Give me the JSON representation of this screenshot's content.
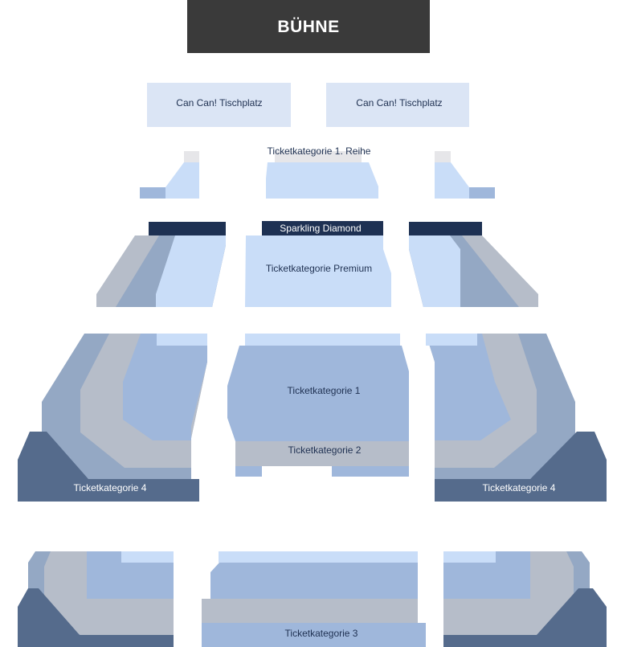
{
  "stage": {
    "label": "BÜHNE"
  },
  "categories": {
    "tischplatz": "Can Can! Tischplatz",
    "reihe1": "Ticketkategorie 1. Reihe",
    "diamond": "Sparkling Diamond",
    "premium": "Ticketkategorie Premium",
    "kat1": "Ticketkategorie 1",
    "kat2": "Ticketkategorie 2",
    "kat3": "Ticketkategorie 3",
    "kat4": "Ticketkategorie 4"
  },
  "colors": {
    "stage": "#3a3a3a",
    "tischplatz": "#dbe5f5",
    "reihe1": "#c9ddf8",
    "reihe1_cap": "#e6e6e9",
    "diamond": "#1e3153",
    "premium": "#c9ddf8",
    "kat1": "#9fb7db",
    "kat2": "#b9bfca",
    "kat3": "#b3bac6",
    "kat4": "#556b8c",
    "mid_blue": "#94a8c4",
    "grey_band": "#b6bdc9",
    "label_dark": "#1f3152",
    "label_light": "#ffffff"
  }
}
